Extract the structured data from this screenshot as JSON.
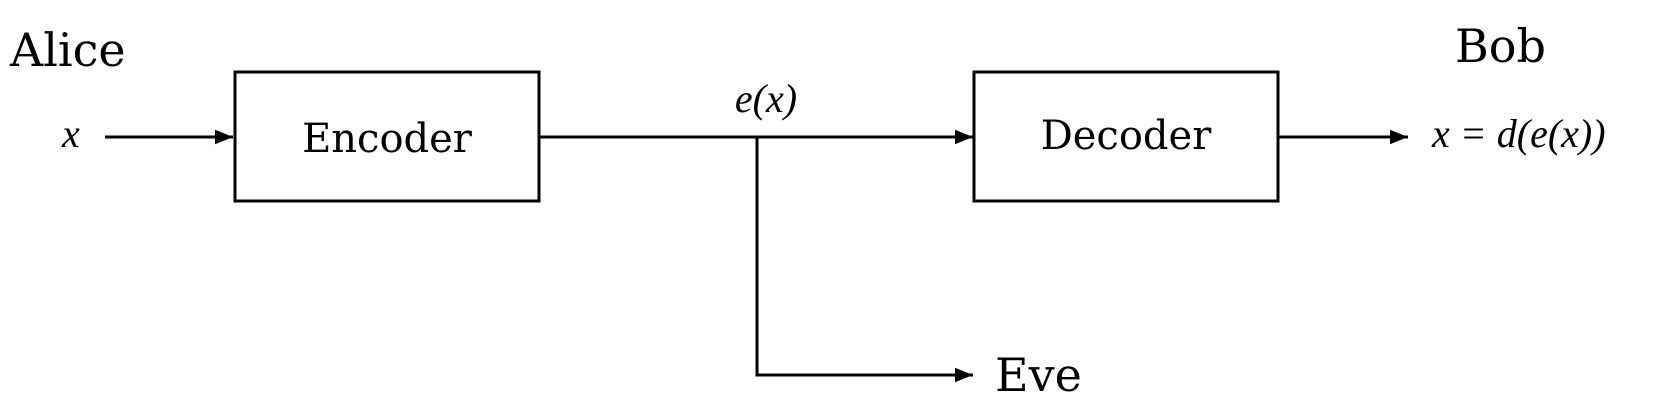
{
  "parties": {
    "sender": "Alice",
    "receiver": "Bob",
    "eavesdropper": "Eve"
  },
  "blocks": {
    "encoder": "Encoder",
    "decoder": "Decoder"
  },
  "signals": {
    "input": "x",
    "channel": "e(x)",
    "output": "x = d(e(x))"
  }
}
